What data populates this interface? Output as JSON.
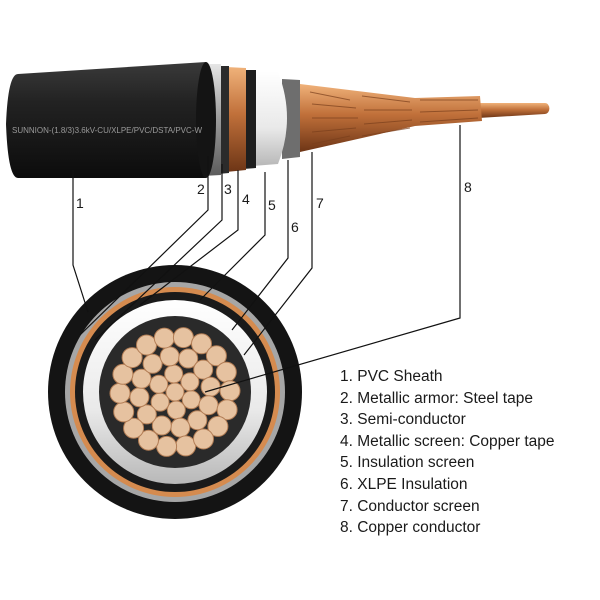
{
  "diagram": {
    "jacket_print": "SUNNION-(1.8/3)3.6kV-CU/XLPE/PVC/DSTA/PVC-W",
    "callout_numbers": [
      "1",
      "2",
      "3",
      "4",
      "5",
      "6",
      "7",
      "8"
    ],
    "legend": [
      "1. PVC Sheath",
      "2. Metallic armor: Steel tape",
      "3. Semi-conductor",
      "4. Metallic screen: Copper tape",
      "5. Insulation screen",
      "6. XLPE Insulation",
      "7. Conductor screen",
      "8. Copper conductor"
    ],
    "colors": {
      "sheath": "#1b1b1b",
      "armor": "#b9b9b9",
      "copper": "#c8773f",
      "insulation": "#f2f2f2",
      "conductor": "#e2bb98"
    }
  }
}
